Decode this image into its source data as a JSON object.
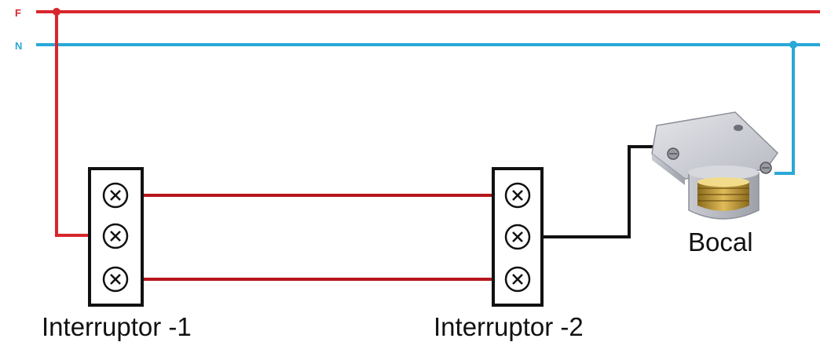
{
  "lines": {
    "phase_label": "F",
    "neutral_label": "N"
  },
  "components": {
    "switch_1": "Interruptor -1",
    "switch_2": "Interruptor -2",
    "socket": "Bocal"
  },
  "colors": {
    "phase": "#d8262d",
    "neutral": "#2aa8d8",
    "return": "#111111",
    "traveler": "#b5161c"
  },
  "icons": {
    "terminal": "circled-x-terminal-icon",
    "socket": "lamp-holder-icon"
  }
}
